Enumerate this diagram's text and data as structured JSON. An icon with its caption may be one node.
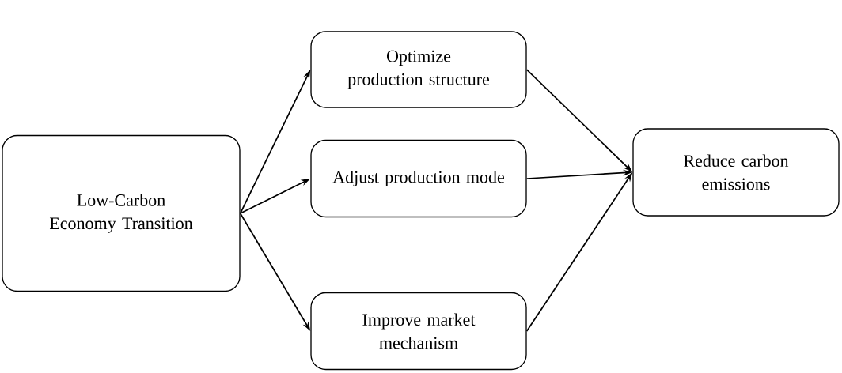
{
  "diagram": {
    "nodes": [
      {
        "text": [
          "Low-Carbon Economy Transition"
        ]
      },
      {
        "text": [
          "Optimize production structure"
        ]
      },
      {
        "text": [
          "Adjust production mode"
        ]
      },
      {
        "text": [
          "Improve market mechanism"
        ]
      },
      {
        "text": [
          "Reduce carbon emissions"
        ]
      }
    ],
    "edges": [
      {
        "from": 0,
        "to": 1,
        "arrow": "to"
      },
      {
        "from": 0,
        "to": 2,
        "arrow": "to"
      },
      {
        "from": 0,
        "to": 3,
        "arrow": "to"
      },
      {
        "from": 1,
        "to": 4,
        "arrow": "to"
      },
      {
        "from": 2,
        "to": 4,
        "arrow": "to"
      },
      {
        "from": 3,
        "to": 4,
        "arrow": "to"
      }
    ]
  }
}
